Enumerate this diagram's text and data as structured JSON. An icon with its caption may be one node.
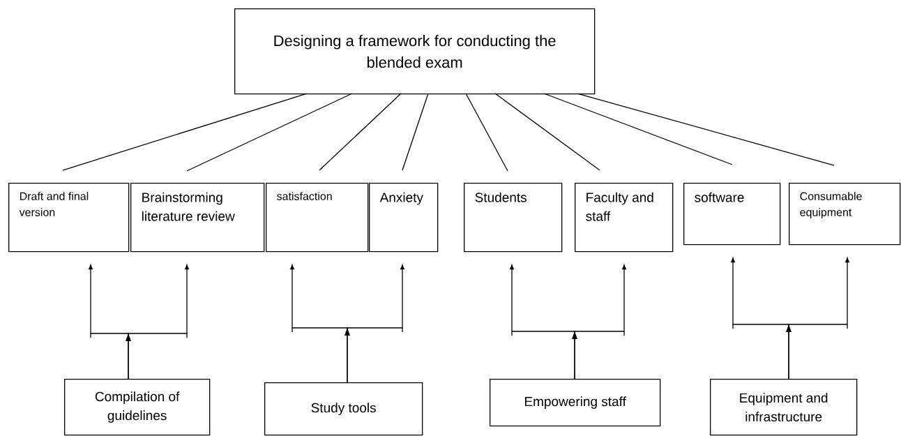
{
  "diagram": {
    "nodes": [
      {
        "text": [
          "Designing a framework for conducting the blended exam"
        ]
      },
      {
        "text": [
          "Draft and final version"
        ]
      },
      {
        "text": [
          "Brainstorming literature review"
        ]
      },
      {
        "text": [
          "satisfaction"
        ]
      },
      {
        "text": [
          "Anxiety"
        ]
      },
      {
        "text": [
          "Students"
        ]
      },
      {
        "text": [
          "Faculty and staff"
        ]
      },
      {
        "text": [
          "software"
        ]
      },
      {
        "text": [
          "Consumable equipment"
        ]
      },
      {
        "text": [
          "Compilation of guidelines"
        ]
      },
      {
        "text": [
          "Study tools"
        ]
      },
      {
        "text": [
          "Empowering staff"
        ]
      },
      {
        "text": [
          "Equipment and infrastructure"
        ]
      }
    ],
    "edges": [
      {
        "from": 0,
        "to": null,
        "arrow": "none"
      },
      {
        "from": 0,
        "to": null,
        "arrow": "none"
      },
      {
        "from": 0,
        "to": null,
        "arrow": "none"
      },
      {
        "from": 0,
        "to": null,
        "arrow": "none"
      },
      {
        "from": 0,
        "to": null,
        "arrow": "none"
      },
      {
        "from": 0,
        "to": null,
        "arrow": "none"
      },
      {
        "from": 0,
        "to": null,
        "arrow": "none"
      },
      {
        "from": 0,
        "to": null,
        "arrow": "none"
      },
      {
        "from": 9,
        "to": 1,
        "arrow": "to"
      },
      {
        "from": 9,
        "to": 2,
        "arrow": "to"
      },
      {
        "from": 10,
        "to": 3,
        "arrow": "to"
      },
      {
        "from": 10,
        "to": 4,
        "arrow": "to"
      },
      {
        "from": 11,
        "to": 5,
        "arrow": "to"
      },
      {
        "from": 11,
        "to": 6,
        "arrow": "to"
      },
      {
        "from": 12,
        "to": 7,
        "arrow": "to"
      },
      {
        "from": 12,
        "to": 8,
        "arrow": "to"
      }
    ]
  }
}
